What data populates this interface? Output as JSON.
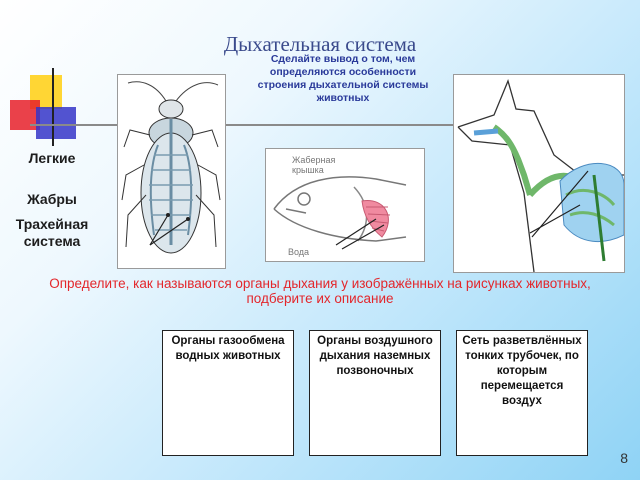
{
  "slide": {
    "title": "Дыхательная система",
    "conclusion": "Сделайте вывод о том, чем определяются особенности строения дыхательной системы животных",
    "labels": {
      "lungs": "Легкие",
      "gills": "Жабры",
      "tracheal": "Трахейная система"
    },
    "fish_labels": {
      "gill_cover": "Жаберная крышка",
      "water": "Вода"
    },
    "task": "Определите, как называются органы дыхания у изображённых на рисунках животных, подберите их описание",
    "cards": [
      "Органы газообмена водных животных",
      "Органы воздушного дыхания наземных позвоночных",
      "Сеть разветвлённых тонких трубочек, по которым перемещается воздух"
    ],
    "page_number": "8"
  },
  "colors": {
    "title": "#3a4a8c",
    "task": "#e3262b",
    "conclusion": "#2a3a9a",
    "lungs_fill": "#9fd2f0",
    "airway_green": "#6fb76a",
    "gill_pink": "#f08aa0"
  },
  "icons": [
    "decor-squares",
    "cockroach-illustration",
    "fish-head-illustration",
    "dog-illustration"
  ]
}
